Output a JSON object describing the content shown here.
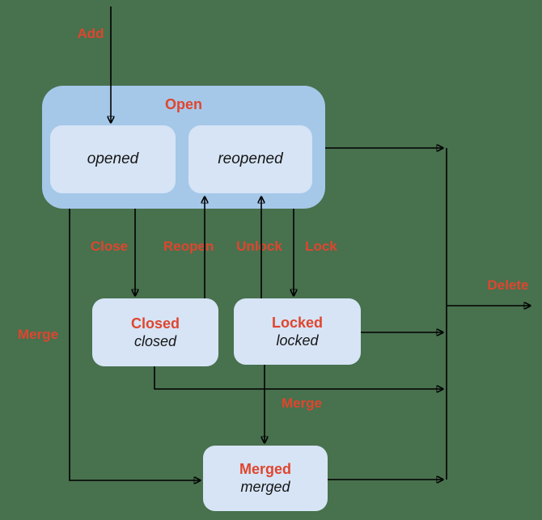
{
  "colors": {
    "background": "#48714e",
    "group_fill": "#a5c8e9",
    "state_fill": "#d6e4f5",
    "accent_red": "#e0452e",
    "line": "#000000",
    "state_name_text": "#161616"
  },
  "states": {
    "open": {
      "title": "Open"
    },
    "opened": {
      "name": "opened"
    },
    "reopened": {
      "name": "reopened"
    },
    "closed": {
      "title": "Closed",
      "name": "closed"
    },
    "locked": {
      "title": "Locked",
      "name": "locked"
    },
    "merged": {
      "title": "Merged",
      "name": "merged"
    }
  },
  "transitions": {
    "add": {
      "label": "Add"
    },
    "close": {
      "label": "Close"
    },
    "reopen": {
      "label": "Reopen"
    },
    "unlock": {
      "label": "Unlock"
    },
    "lock": {
      "label": "Lock"
    },
    "merge_from_open": {
      "label": "Merge"
    },
    "merge_from_locked": {
      "label": "Merge"
    },
    "delete": {
      "label": "Delete"
    }
  }
}
